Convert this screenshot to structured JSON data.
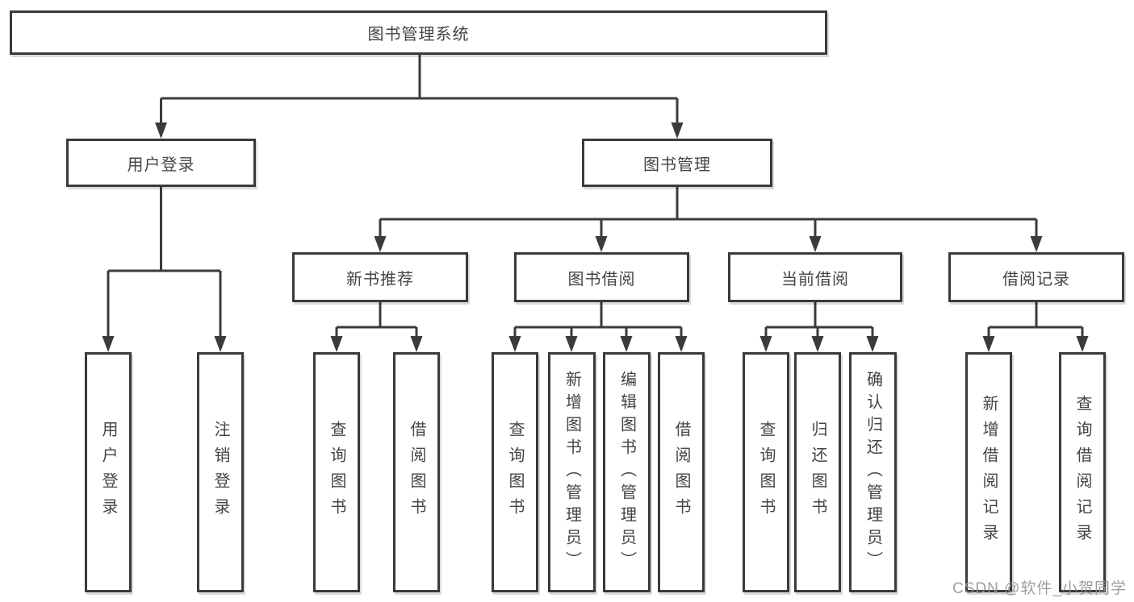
{
  "watermark": "CSDN @软件_小贺同学",
  "colors": {
    "line": "#3b3b3b",
    "box_border": "#3a3a3a",
    "text": "#454545",
    "watermark": "#949494",
    "background": "#ffffff"
  },
  "tree": {
    "root": {
      "label": "图书管理系统"
    },
    "children": [
      {
        "label": "用户登录",
        "children": [
          {
            "label": "用户登录"
          },
          {
            "label": "注销登录"
          }
        ]
      },
      {
        "label": "图书管理",
        "children": [
          {
            "label": "新书推荐",
            "children": [
              {
                "label": "查询图书"
              },
              {
                "label": "借阅图书"
              }
            ]
          },
          {
            "label": "图书借阅",
            "children": [
              {
                "label": "查询图书"
              },
              {
                "label": "新增图书（管理员）"
              },
              {
                "label": "编辑图书（管理员）"
              },
              {
                "label": "借阅图书"
              }
            ]
          },
          {
            "label": "当前借阅",
            "children": [
              {
                "label": "查询图书"
              },
              {
                "label": "归还图书"
              },
              {
                "label": "确认归还（管理员）"
              }
            ]
          },
          {
            "label": "借阅记录",
            "children": [
              {
                "label": "新增借阅记录"
              },
              {
                "label": "查询借阅记录"
              }
            ]
          }
        ]
      }
    ]
  }
}
